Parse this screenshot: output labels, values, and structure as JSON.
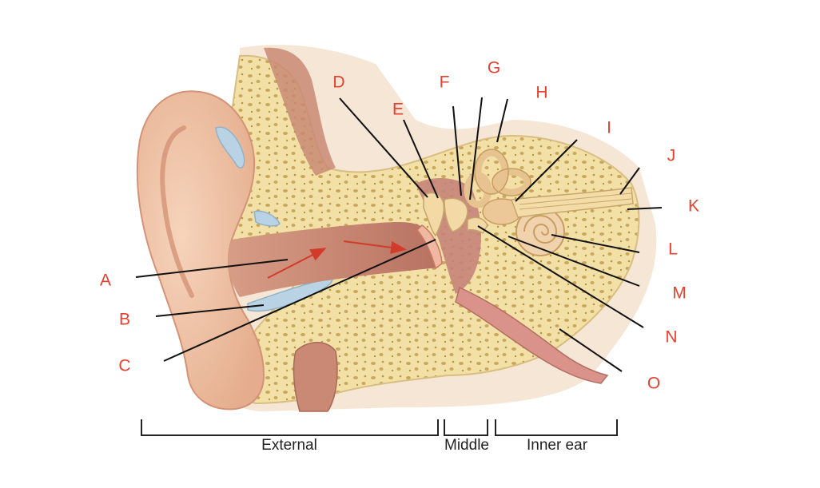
{
  "diagram": {
    "labels": [
      "A",
      "B",
      "C",
      "D",
      "E",
      "F",
      "G",
      "H",
      "I",
      "J",
      "K",
      "L",
      "M",
      "N",
      "O"
    ],
    "sections": [
      "External",
      "Middle",
      "Inner ear"
    ]
  },
  "colors": {
    "label": "#e8402e",
    "leader": "#111111",
    "bone": "#f2e0a6",
    "bone_pore": "#c9a75c",
    "skin": "#efc3a4",
    "skin_dark": "#d79a7c",
    "canal": "#c98a76",
    "cartilage": "#b9d3e4",
    "muscle": "#c98974",
    "cochlea": "#f0d3ac",
    "nerve": "#f3dca8",
    "arrow": "#d23b2a"
  }
}
